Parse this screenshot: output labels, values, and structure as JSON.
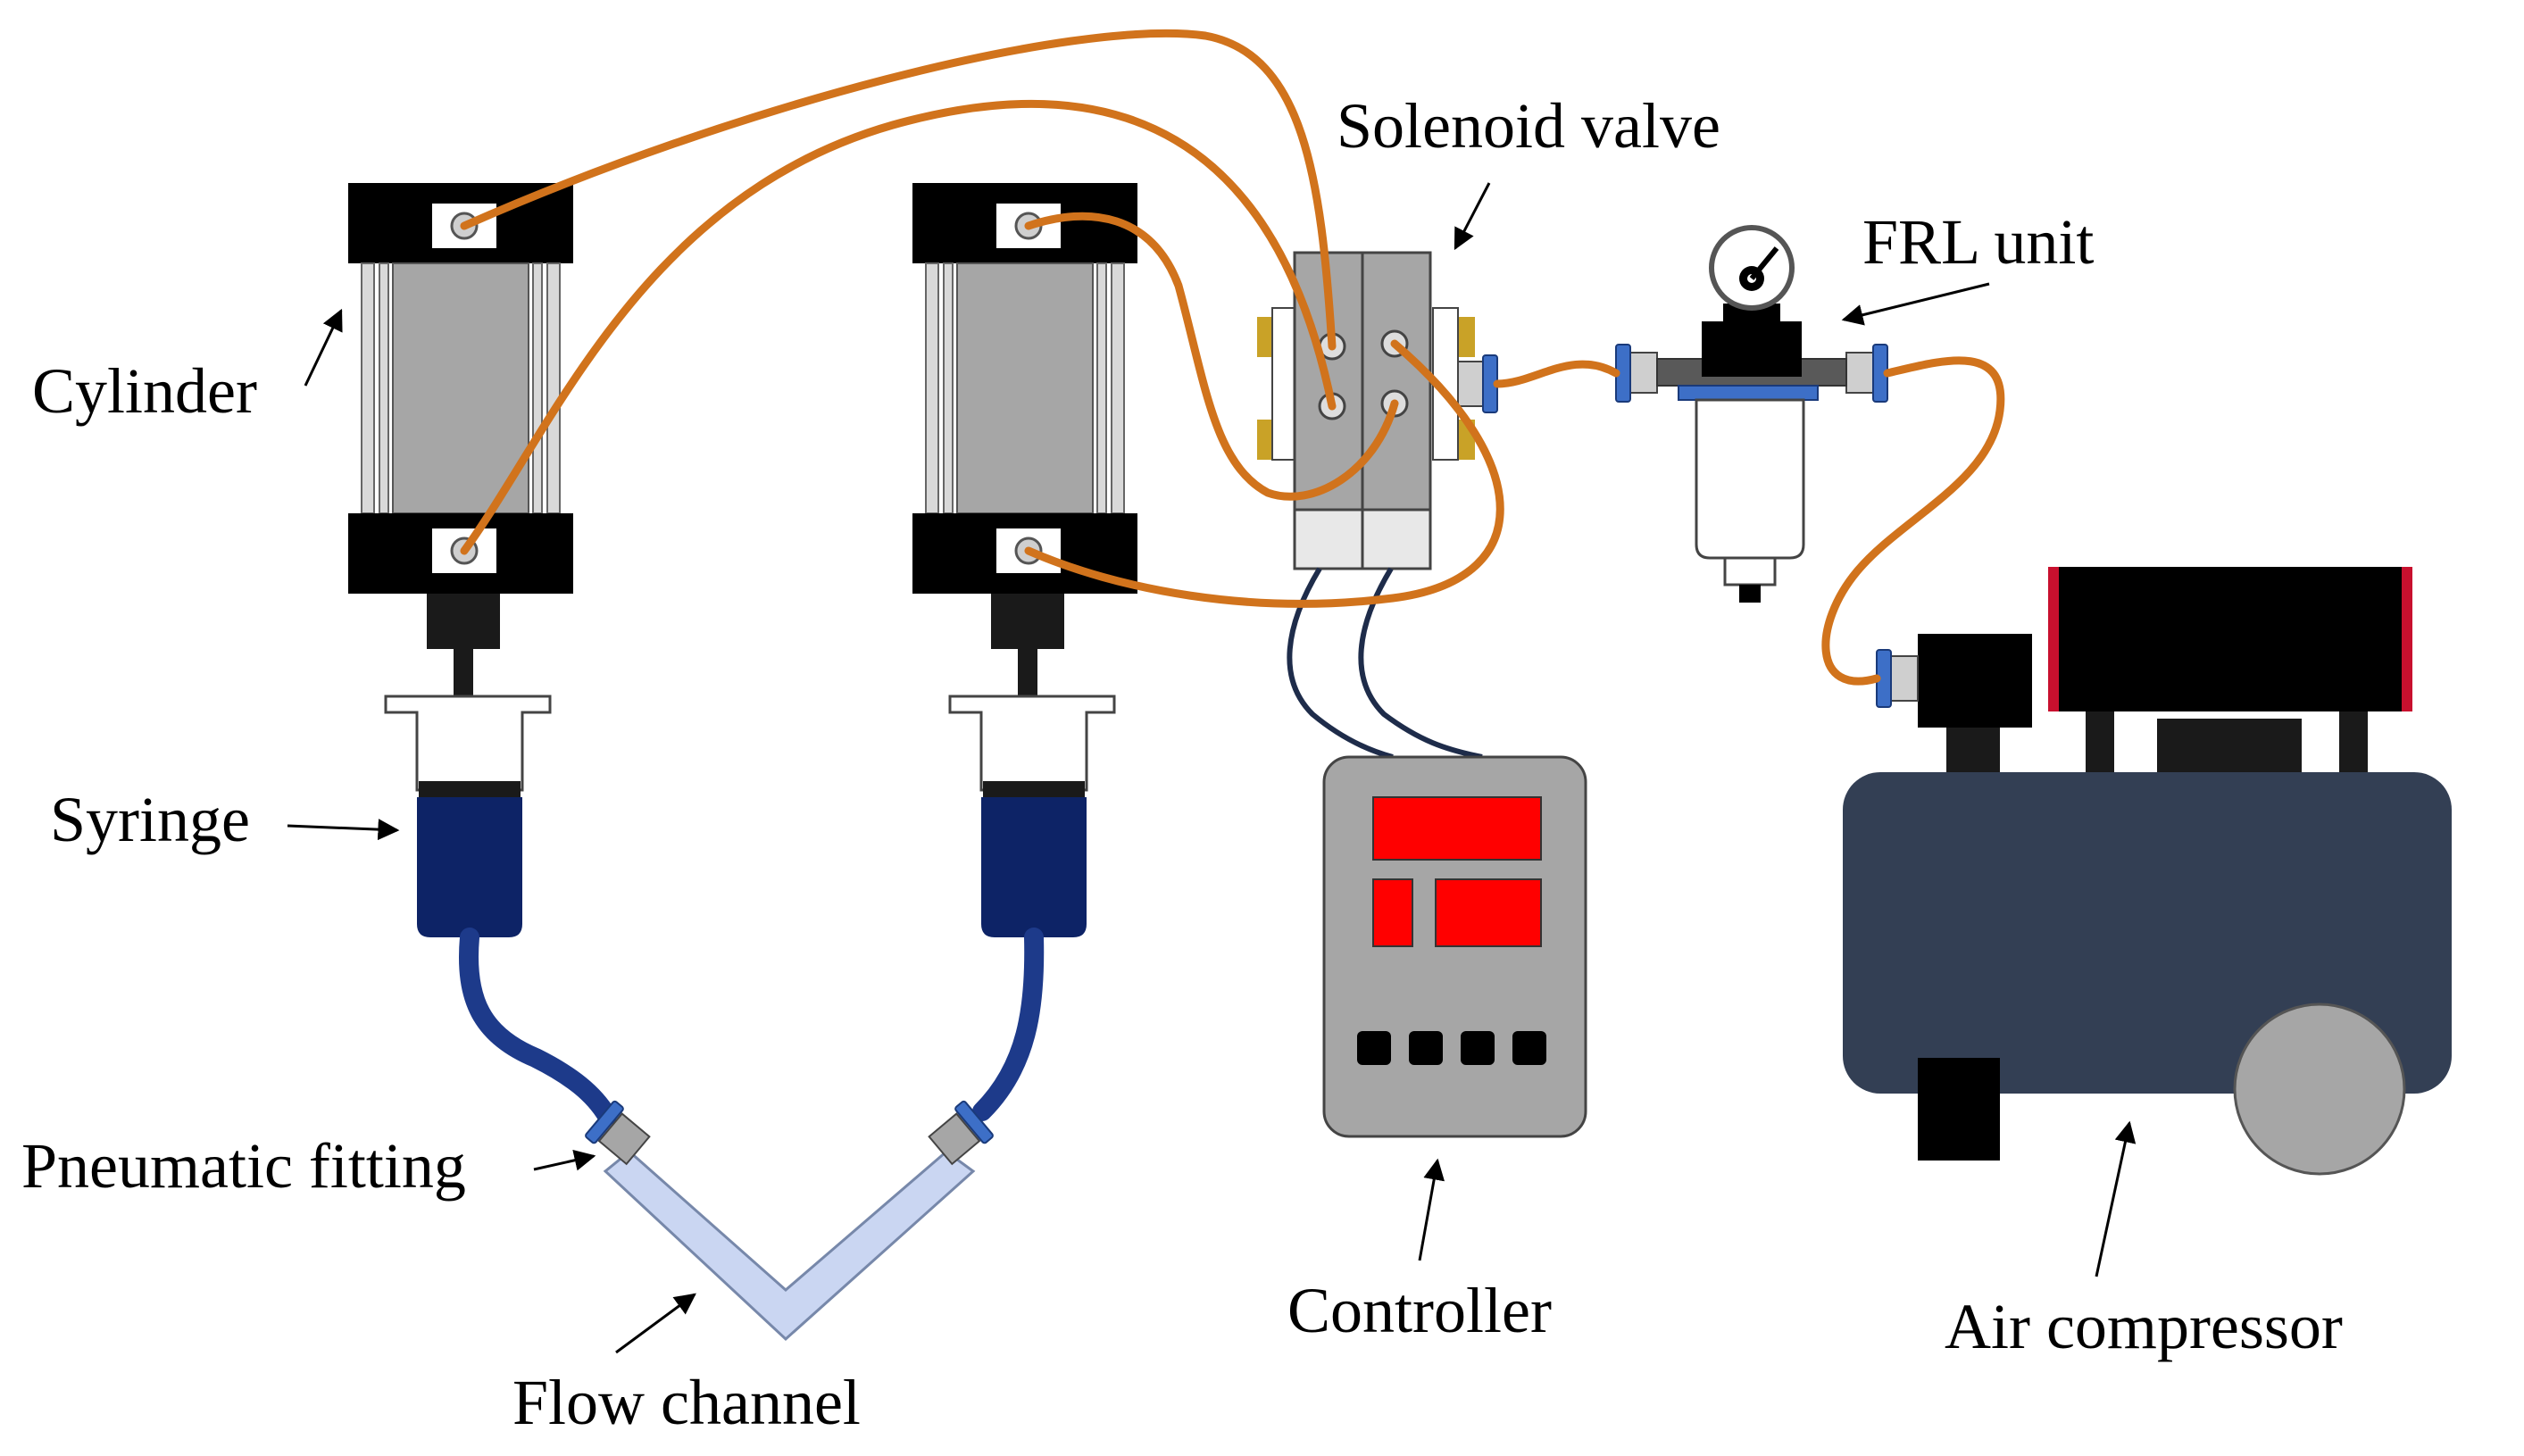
{
  "labels": {
    "solenoid_valve": "Solenoid valve",
    "frl_unit": "FRL unit",
    "cylinder": "Cylinder",
    "syringe": "Syringe",
    "pneumatic_fitting": "Pneumatic fitting",
    "flow_channel": "Flow channel",
    "controller": "Controller",
    "air_compressor": "Air compressor"
  },
  "colors": {
    "air_tube": "#d1731c",
    "liquid": "#0d2366",
    "syringe_tube": "#1d3a8a",
    "signal_wire": "#1e2c4a",
    "cylinder_cap": "#000000",
    "cylinder_body": "#a6a6a6",
    "fitting_blue": "#3d6fc7",
    "flow_channel": "#cad6f2",
    "display_red": "#ff0000",
    "compressor_tank": "#333f54",
    "compressor_accent": "#c8102e"
  }
}
